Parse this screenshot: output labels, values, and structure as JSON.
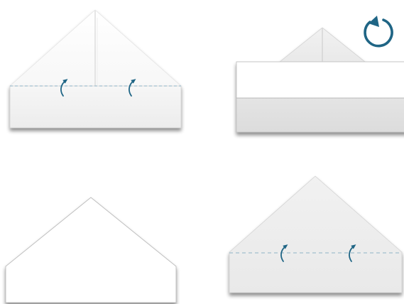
{
  "diagram": {
    "steps": [
      {
        "id": "step-1",
        "action": "fold-up",
        "fold_lines": 1,
        "arrows": 2
      },
      {
        "id": "step-2",
        "action": "turn-over",
        "fold_lines": 0,
        "arrows": 0
      },
      {
        "id": "step-3",
        "action": "start-shape",
        "fold_lines": 0,
        "arrows": 0
      },
      {
        "id": "step-4",
        "action": "fold-up",
        "fold_lines": 1,
        "arrows": 2
      }
    ],
    "icons": [
      "fold-arrow-icon",
      "rotate-icon"
    ],
    "colors": {
      "arrow": "#1f6585",
      "fold_line": "#8fb3c6",
      "paper": "#ffffff",
      "paper_shade": "#eeeeee",
      "paper_shade_dark": "#e1e1e1",
      "outline": "#bdbdbd",
      "shadow": "#9a9a9a"
    }
  }
}
